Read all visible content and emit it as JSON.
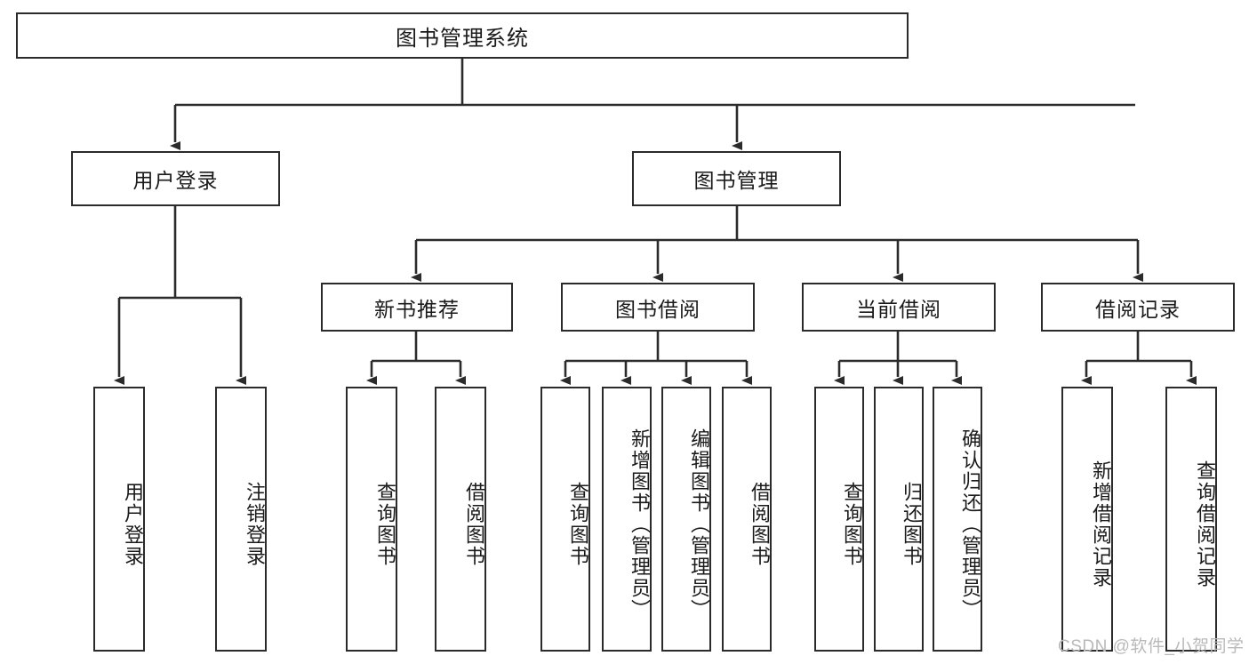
{
  "diagram": {
    "title": "图书管理系统",
    "type": "tree",
    "root": {
      "id": "root",
      "label": "图书管理系统"
    },
    "level2": [
      {
        "id": "user-login",
        "label": "用户登录"
      },
      {
        "id": "book-management",
        "label": "图书管理"
      }
    ],
    "level3": [
      {
        "id": "new-book-recommend",
        "label": "新书推荐",
        "parent": "book-management"
      },
      {
        "id": "book-borrow",
        "label": "图书借阅",
        "parent": "book-management"
      },
      {
        "id": "current-borrow",
        "label": "当前借阅",
        "parent": "book-management"
      },
      {
        "id": "borrow-record",
        "label": "借阅记录",
        "parent": "book-management"
      }
    ],
    "leaves": {
      "user_login": [
        {
          "id": "leaf-user-login",
          "label": "用户登录"
        },
        {
          "id": "leaf-user-logout",
          "label": "注销登录"
        }
      ],
      "new_book_recommend": [
        {
          "id": "leaf-query-book-1",
          "label": "查询图书"
        },
        {
          "id": "leaf-borrow-book-1",
          "label": "借阅图书"
        }
      ],
      "book_borrow": [
        {
          "id": "leaf-query-book-2",
          "label": "查询图书"
        },
        {
          "id": "leaf-add-book",
          "label": "新增图书（管理员）"
        },
        {
          "id": "leaf-edit-book",
          "label": "编辑图书（管理员）"
        },
        {
          "id": "leaf-borrow-book-2",
          "label": "借阅图书"
        }
      ],
      "current_borrow": [
        {
          "id": "leaf-query-book-3",
          "label": "查询图书"
        },
        {
          "id": "leaf-return-book",
          "label": "归还图书"
        },
        {
          "id": "leaf-confirm-return",
          "label": "确认归还（管理员）"
        }
      ],
      "borrow_record": [
        {
          "id": "leaf-add-record",
          "label": "新增借阅记录"
        },
        {
          "id": "leaf-query-record",
          "label": "查询借阅记录"
        }
      ]
    },
    "colors": {
      "stroke": "#2b2b2b",
      "background": "#ffffff",
      "text": "#1a1a1a",
      "watermark": "#b9b9b9"
    }
  },
  "watermark": {
    "text": "CSDN @软件_小贺同学"
  }
}
